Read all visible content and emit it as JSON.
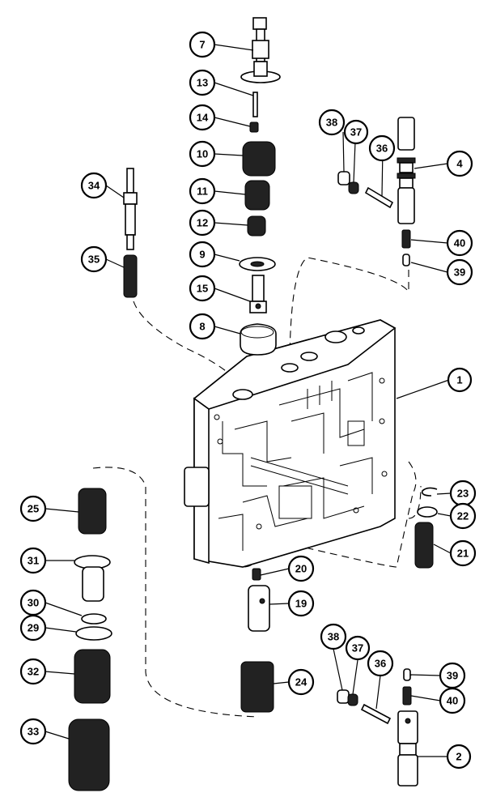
{
  "callouts": [
    {
      "id": "c7",
      "label": "7"
    },
    {
      "id": "c13",
      "label": "13"
    },
    {
      "id": "c14",
      "label": "14"
    },
    {
      "id": "c10",
      "label": "10"
    },
    {
      "id": "c11",
      "label": "11"
    },
    {
      "id": "c12",
      "label": "12"
    },
    {
      "id": "c9",
      "label": "9"
    },
    {
      "id": "c15",
      "label": "15"
    },
    {
      "id": "c8",
      "label": "8"
    },
    {
      "id": "c34",
      "label": "34"
    },
    {
      "id": "c35",
      "label": "35"
    },
    {
      "id": "c38a",
      "label": "38"
    },
    {
      "id": "c37a",
      "label": "37"
    },
    {
      "id": "c36a",
      "label": "36"
    },
    {
      "id": "c4",
      "label": "4"
    },
    {
      "id": "c40a",
      "label": "40"
    },
    {
      "id": "c39a",
      "label": "39"
    },
    {
      "id": "c1",
      "label": "1"
    },
    {
      "id": "c23",
      "label": "23"
    },
    {
      "id": "c22",
      "label": "22"
    },
    {
      "id": "c21",
      "label": "21"
    },
    {
      "id": "c25",
      "label": "25"
    },
    {
      "id": "c31",
      "label": "31"
    },
    {
      "id": "c30",
      "label": "30"
    },
    {
      "id": "c29",
      "label": "29"
    },
    {
      "id": "c32",
      "label": "32"
    },
    {
      "id": "c33",
      "label": "33"
    },
    {
      "id": "c20",
      "label": "20"
    },
    {
      "id": "c19",
      "label": "19"
    },
    {
      "id": "c24",
      "label": "24"
    },
    {
      "id": "c38b",
      "label": "38"
    },
    {
      "id": "c37b",
      "label": "37"
    },
    {
      "id": "c36b",
      "label": "36"
    },
    {
      "id": "c39b",
      "label": "39"
    },
    {
      "id": "c40b",
      "label": "40"
    },
    {
      "id": "c2",
      "label": "2"
    }
  ]
}
